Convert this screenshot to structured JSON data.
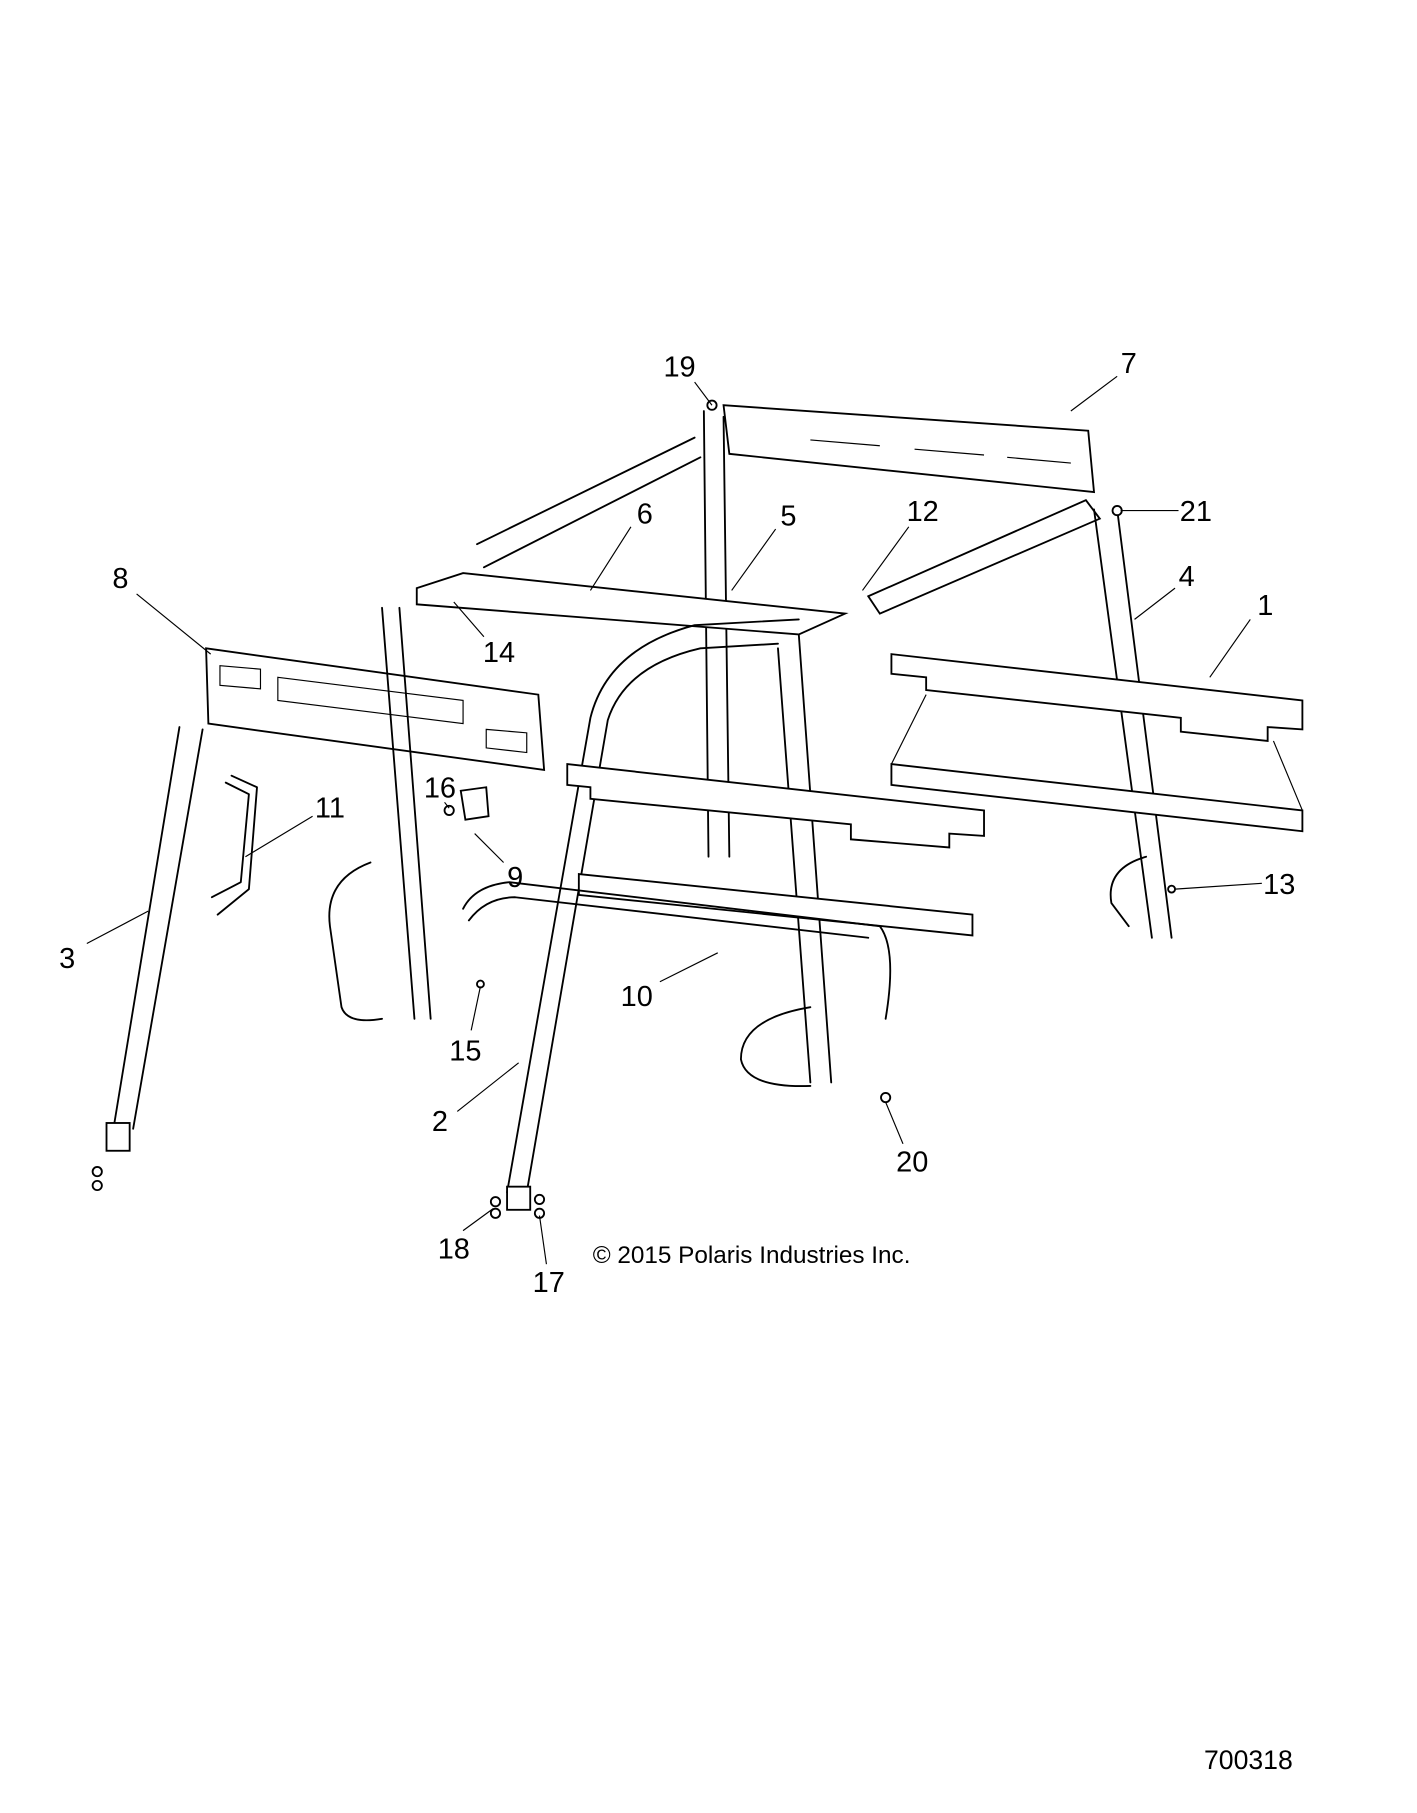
{
  "diagram": {
    "callouts": [
      "1",
      "2",
      "3",
      "4",
      "5",
      "6",
      "7",
      "8",
      "9",
      "10",
      "11",
      "12",
      "13",
      "14",
      "15",
      "16",
      "17",
      "18",
      "19",
      "20",
      "21"
    ],
    "copyright": "© 2015 Polaris Industries Inc.",
    "figure_number": "700318"
  }
}
